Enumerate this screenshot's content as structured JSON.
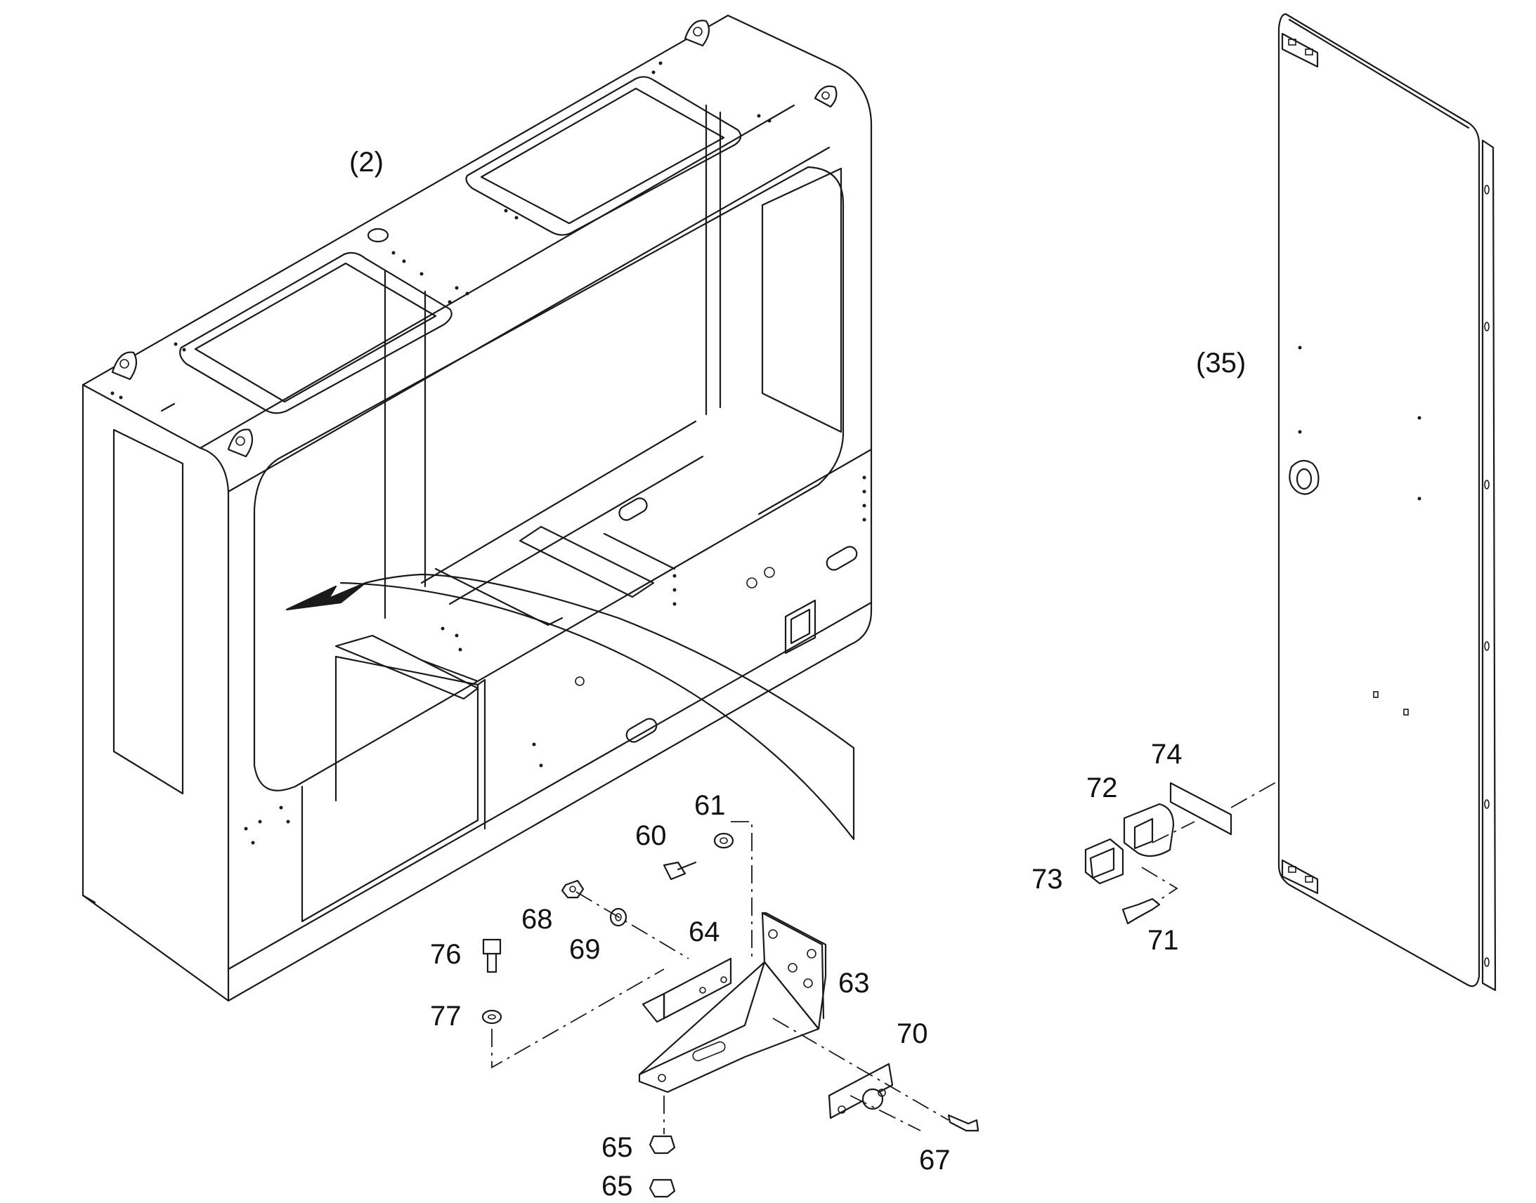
{
  "callouts": {
    "c2": "(2)",
    "c35": "(35)",
    "c60": "60",
    "c61": "61",
    "c63": "63",
    "c64": "64",
    "c65a": "65",
    "c65b": "65",
    "c67": "67",
    "c68": "68",
    "c69": "69",
    "c70": "70",
    "c71": "71",
    "c72": "72",
    "c73": "73",
    "c74": "74",
    "c76": "76",
    "c77": "77"
  },
  "colors": {
    "line": "#1a1a1a",
    "background": "#ffffff"
  }
}
